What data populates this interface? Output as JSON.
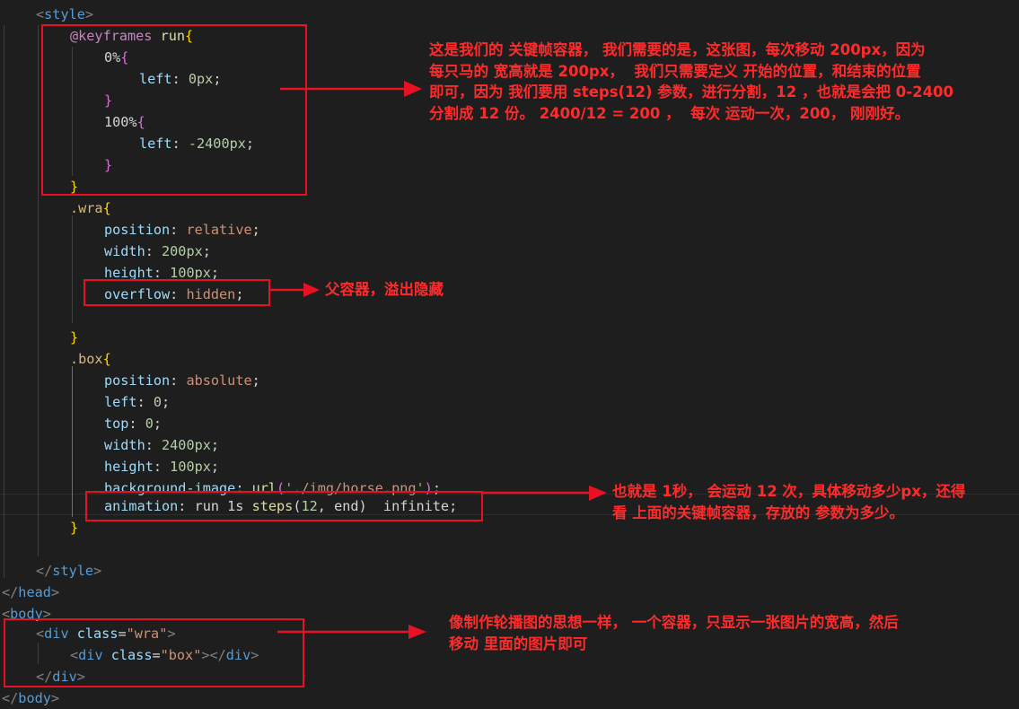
{
  "code": {
    "style_open": "style",
    "keyframes_kw": "@keyframes",
    "keyframes_name": "run",
    "kf_0_sel": "0%",
    "kf_0_prop": "left",
    "kf_0_val": "0px",
    "kf_100_sel": "100%",
    "kf_100_prop": "left",
    "kf_100_val": "-2400px",
    "wra_sel": ".wra",
    "wra_pos_prop": "position",
    "wra_pos_val": "relative",
    "wra_w_prop": "width",
    "wra_w_val": "200px",
    "wra_h_prop": "height",
    "wra_h_val": "100px",
    "wra_of_prop": "overflow",
    "wra_of_val": "hidden",
    "box_sel": ".box",
    "box_pos_prop": "position",
    "box_pos_val": "absolute",
    "box_left_prop": "left",
    "box_left_val": "0",
    "box_top_prop": "top",
    "box_top_val": "0",
    "box_w_prop": "width",
    "box_w_val": "2400px",
    "box_h_prop": "height",
    "box_h_val": "100px",
    "box_bg_prop": "background-image",
    "box_bg_fn": "url",
    "box_bg_str": "'./img/horse.png'",
    "box_anim_prop": "animation",
    "box_anim_pre": "run 1s ",
    "box_anim_fn": "steps",
    "box_anim_num": "12",
    "box_anim_post": ", end)  infinite",
    "style_close": "style",
    "head_close": "head",
    "body_open": "body",
    "div_tag": "div",
    "class_attr": "class",
    "wra_class": "\"wra\"",
    "box_class": "\"box\"",
    "body_close": "body"
  },
  "notes": {
    "keyframes": "这是我们的 关键帧容器， 我们需要的是，这张图，每次移动 200px，因为\n每只马的 宽高就是 200px，  我们只需要定义 开始的位置，和结束的位置\n即可，因为 我们要用 steps(12) 参数，进行分割，12 ，也就是会把 0-2400\n分割成 12 份。 2400/12 = 200 ，  每次 运动一次，200， 刚刚好。",
    "overflow": "父容器，溢出隐藏",
    "animation": "也就是 1秒， 会运动 12 次，具体移动多少px，还得\n看 上面的关键帧容器，存放的 参数为多少。",
    "html": "像制作轮播图的思想一样， 一个容器，只显示一张图片的宽高，然后\n移动 里面的图片即可"
  },
  "colors": {
    "background": "#1e1e1e",
    "annotation": "#e81123",
    "note_text": "#ff2b2b"
  }
}
